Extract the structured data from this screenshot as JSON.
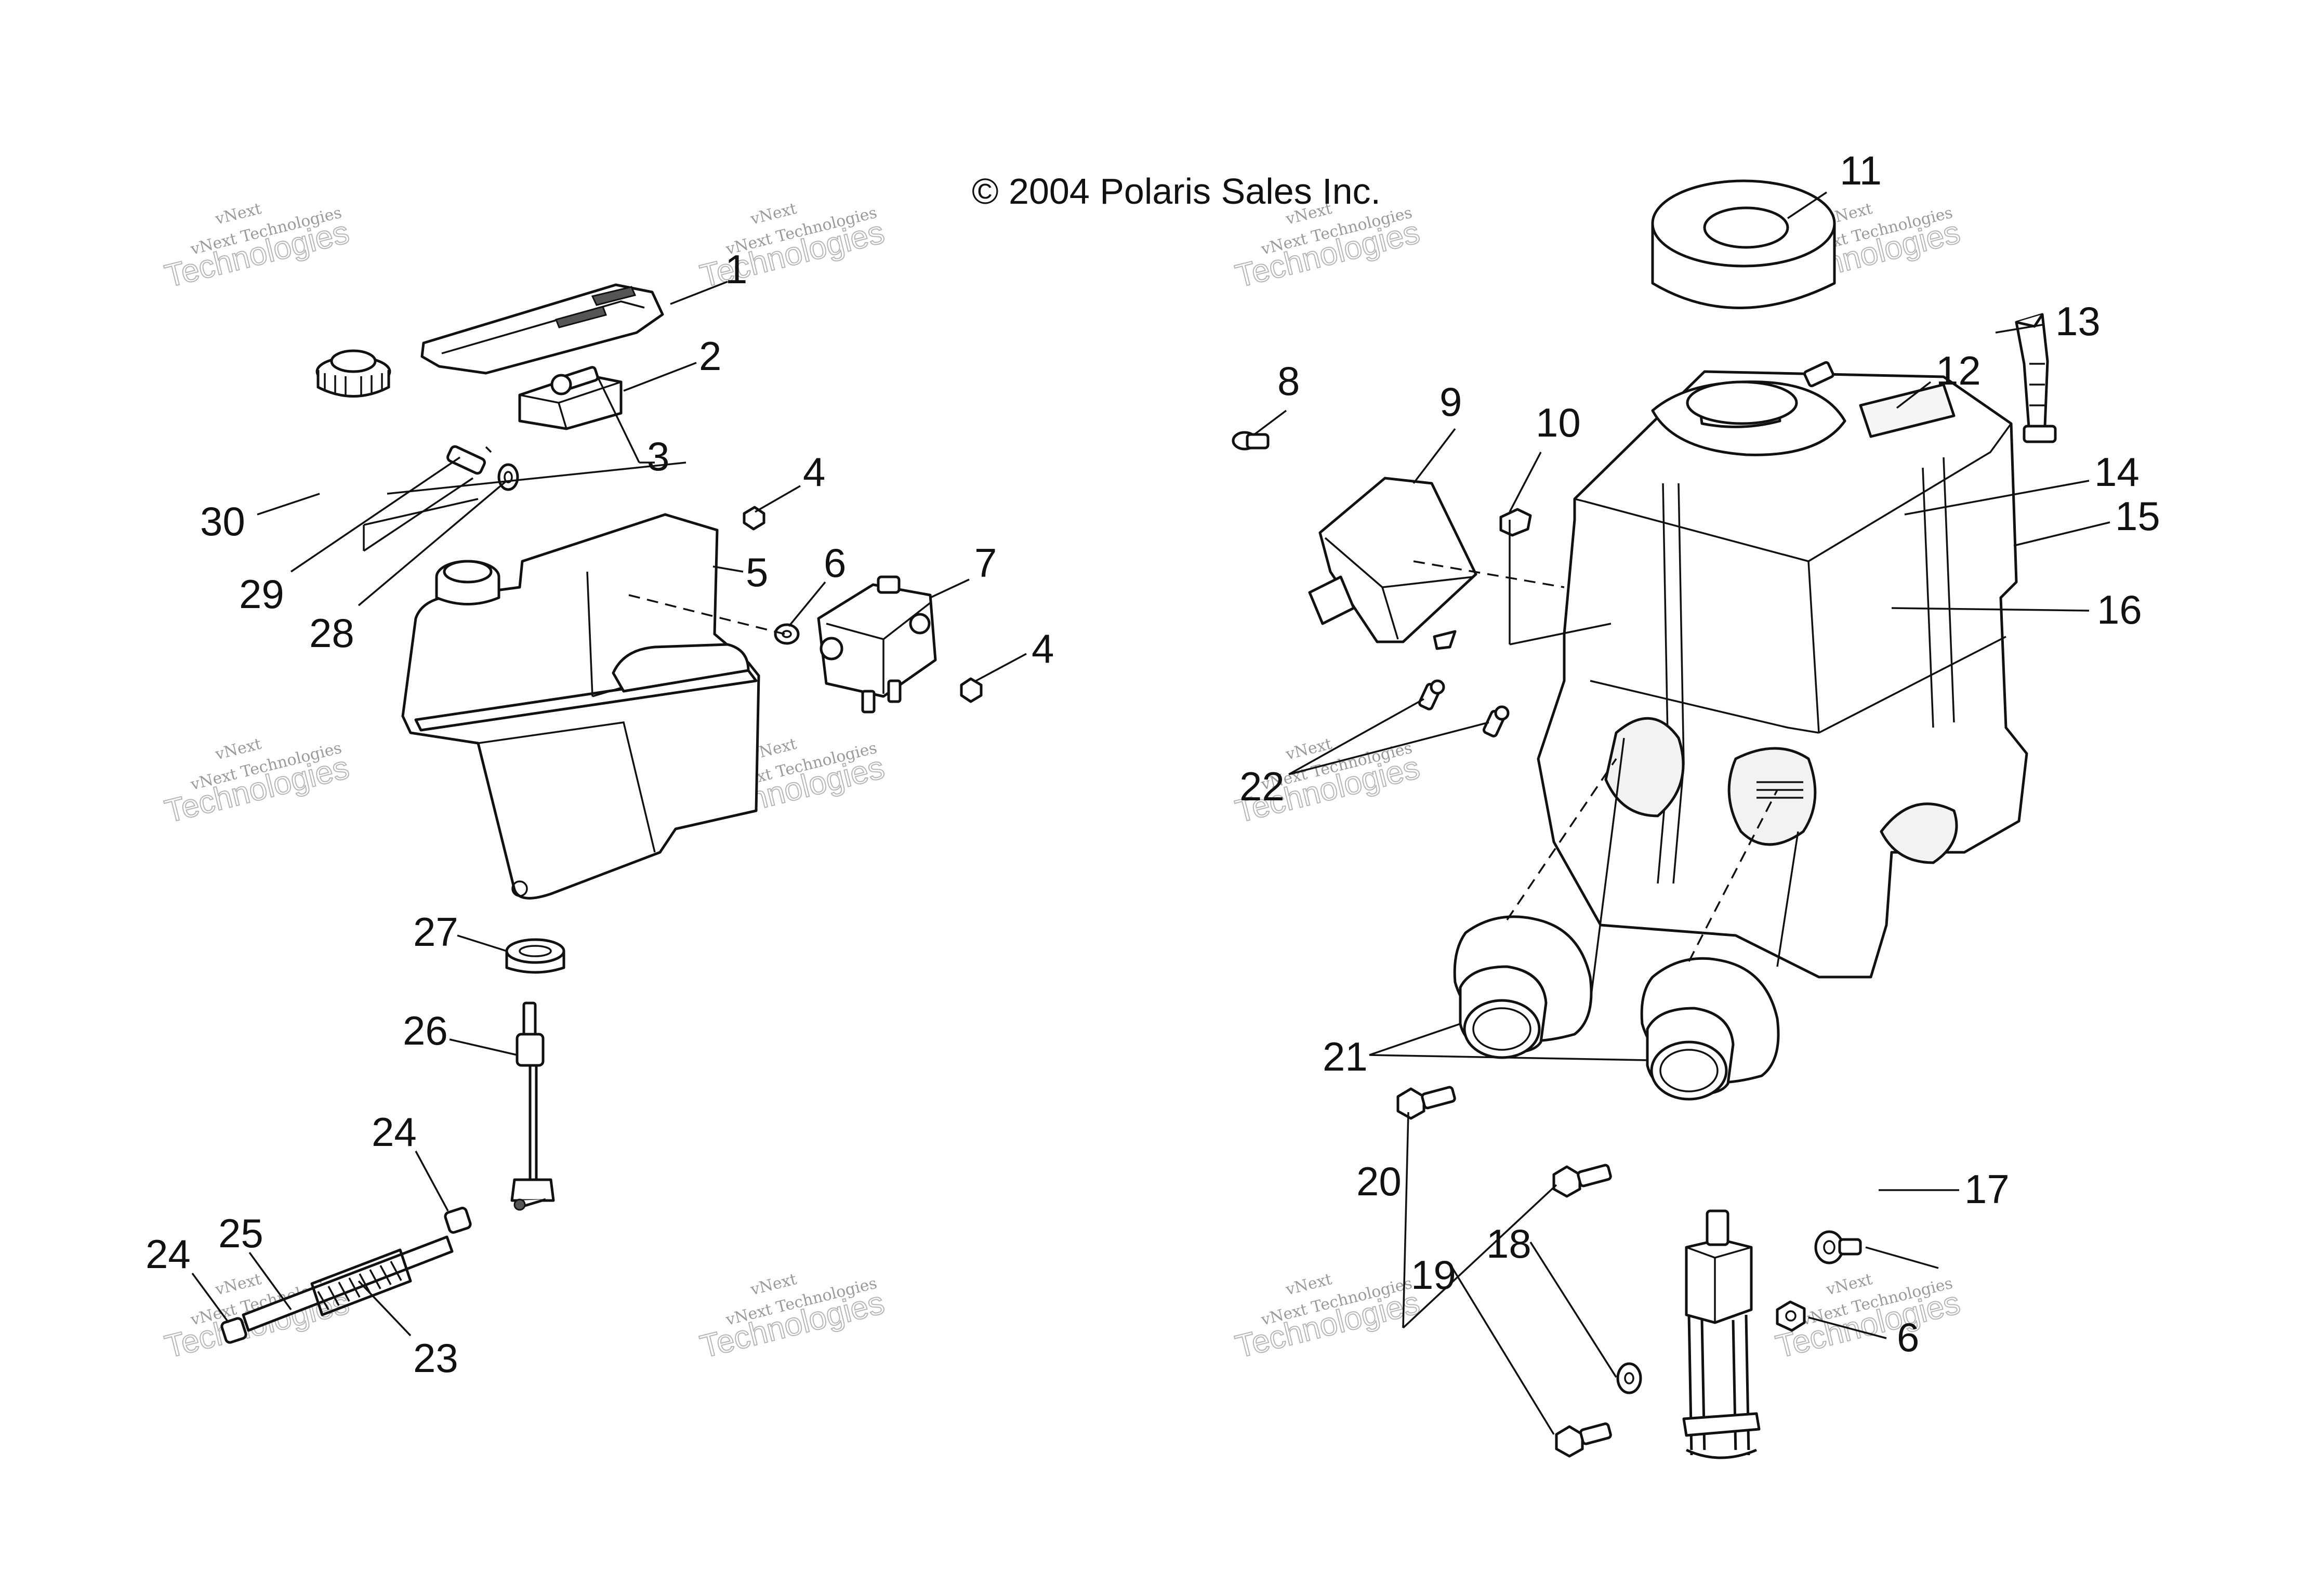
{
  "copyright": "© 2004 Polaris Sales Inc.",
  "watermark": {
    "line1": "vNext Technologies",
    "line2": "Technologies",
    "line3": "vNext"
  },
  "callouts": {
    "n1": "1",
    "n2": "2",
    "n3": "3",
    "n4a": "4",
    "n4b": "4",
    "n5": "5",
    "n6a": "6",
    "n6b": "6",
    "n7": "7",
    "n8": "8",
    "n9": "9",
    "n10": "10",
    "n11": "11",
    "n12": "12",
    "n13": "13",
    "n14": "14",
    "n15": "15",
    "n16": "16",
    "n17": "17",
    "n18": "18",
    "n19": "19",
    "n20": "20",
    "n21": "21",
    "n22": "22",
    "n23": "23",
    "n24a": "24",
    "n24b": "24",
    "n25": "25",
    "n26": "26",
    "n27": "27",
    "n28": "28",
    "n29": "29",
    "n30": "30"
  },
  "colors": {
    "ink": "#111111",
    "watermark": "#9a9a9a",
    "background": "#ffffff"
  }
}
